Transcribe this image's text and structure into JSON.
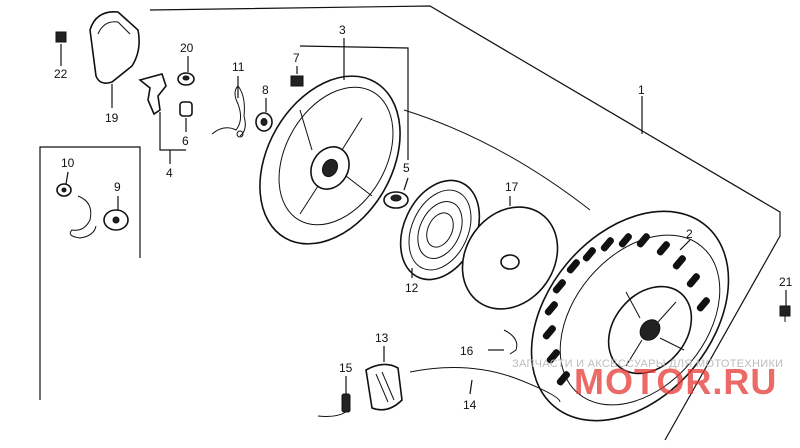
{
  "parts": [
    {
      "id": "p1",
      "label": "1"
    },
    {
      "id": "p2",
      "label": "2"
    },
    {
      "id": "p3",
      "label": "3"
    },
    {
      "id": "p4",
      "label": "4"
    },
    {
      "id": "p5",
      "label": "5"
    },
    {
      "id": "p6",
      "label": "6"
    },
    {
      "id": "p7",
      "label": "7"
    },
    {
      "id": "p8",
      "label": "8"
    },
    {
      "id": "p9",
      "label": "9"
    },
    {
      "id": "p10",
      "label": "10"
    },
    {
      "id": "p11",
      "label": "11"
    },
    {
      "id": "p12",
      "label": "12"
    },
    {
      "id": "p13",
      "label": "13"
    },
    {
      "id": "p14",
      "label": "14"
    },
    {
      "id": "p15",
      "label": "15"
    },
    {
      "id": "p16",
      "label": "16"
    },
    {
      "id": "p17",
      "label": "17"
    },
    {
      "id": "p19",
      "label": "19"
    },
    {
      "id": "p20",
      "label": "20"
    },
    {
      "id": "p21",
      "label": "21"
    },
    {
      "id": "p22",
      "label": "22"
    }
  ],
  "watermark": {
    "tagline": "ЗАПЧАСТИ И АКСЕССУАРЫ ДЛЯ МОТОТЕХНИКИ",
    "logo": "MOTOR.RU",
    "logo_color": "#e53935"
  }
}
